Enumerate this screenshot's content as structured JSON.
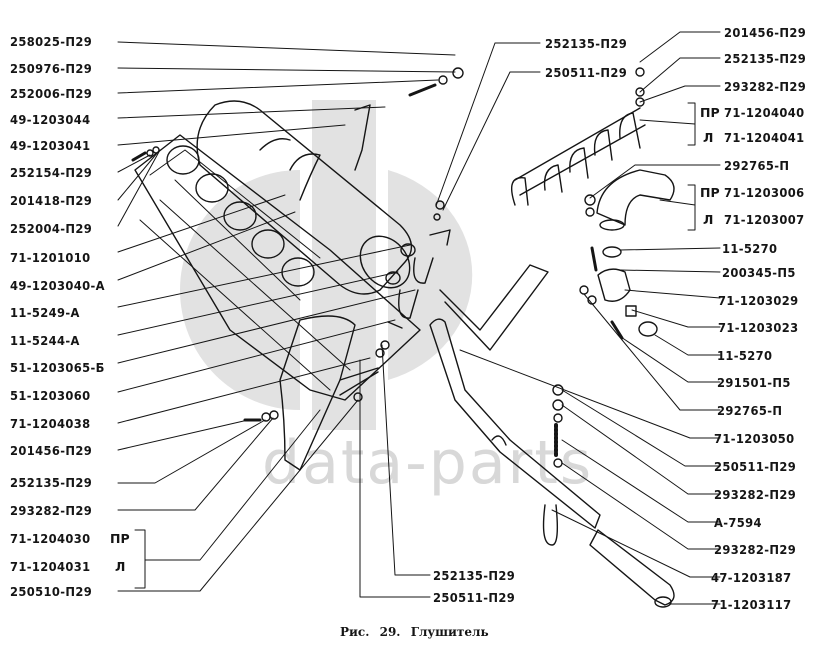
{
  "figure": {
    "caption_prefix": "Рис.",
    "caption_number": "29.",
    "caption_title": "Глушитель",
    "watermark": "data-parts",
    "colors": {
      "ink": "#151515",
      "watermark": "#d8d8d8",
      "background": "#ffffff"
    }
  },
  "labels_left": [
    {
      "part": "258025-П29"
    },
    {
      "part": "250976-П29"
    },
    {
      "part": "252006-П29"
    },
    {
      "part": "49-1203044"
    },
    {
      "part": "49-1203041"
    },
    {
      "part": "252154-П29"
    },
    {
      "part": "201418-П29"
    },
    {
      "part": "252004-П29"
    },
    {
      "part": "71-1201010"
    },
    {
      "part": "49-1203040-А"
    },
    {
      "part": "11-5249-А"
    },
    {
      "part": "11-5244-А"
    },
    {
      "part": "51-1203065-Б"
    },
    {
      "part": "51-1203060"
    },
    {
      "part": "71-1204038"
    },
    {
      "part": "201456-П29"
    },
    {
      "part": "252135-П29"
    },
    {
      "part": "293282-П29"
    },
    {
      "part": "71-1204030",
      "side": "ПР"
    },
    {
      "part": "71-1204031",
      "side": "Л"
    },
    {
      "part": "250510-П29"
    }
  ],
  "labels_center_top": [
    {
      "part": "252135-П29"
    },
    {
      "part": "250511-П29"
    }
  ],
  "labels_center_bottom": [
    {
      "part": "252135-П29"
    },
    {
      "part": "250511-П29"
    }
  ],
  "labels_right": [
    {
      "part": "201456-П29"
    },
    {
      "part": "252135-П29"
    },
    {
      "part": "293282-П29"
    },
    {
      "part": "71-1204040",
      "side": "ПР"
    },
    {
      "part": "71-1204041",
      "side": "Л"
    },
    {
      "part": "292765-П"
    },
    {
      "part": "71-1203006",
      "side": "ПР"
    },
    {
      "part": "71-1203007",
      "side": "Л"
    },
    {
      "part": "11-5270"
    },
    {
      "part": "200345-П5"
    },
    {
      "part": "71-1203029"
    },
    {
      "part": "71-1203023"
    },
    {
      "part": "11-5270"
    },
    {
      "part": "291501-П5"
    },
    {
      "part": "292765-П"
    },
    {
      "part": "71-1203050"
    },
    {
      "part": "250511-П29"
    },
    {
      "part": "293282-П29"
    },
    {
      "part": "А-7594"
    },
    {
      "part": "293282-П29"
    },
    {
      "part": "47-1203187"
    },
    {
      "part": "71-1203117"
    }
  ]
}
